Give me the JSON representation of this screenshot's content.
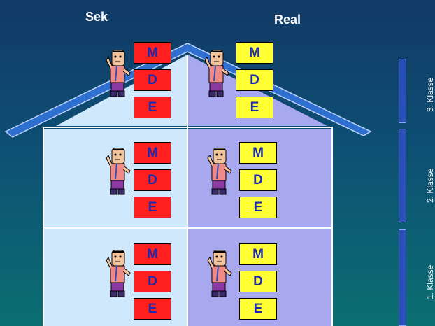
{
  "header": {
    "left": "Sek",
    "right": "Real"
  },
  "boxes": {
    "m": "M",
    "d": "D",
    "e": "E"
  },
  "grades": [
    "3. Klasse",
    "2. Klasse",
    "1. Klasse"
  ],
  "colors": {
    "sek_box": "#ff1f1f",
    "real_box": "#ffff33",
    "letter": "#1a2bb0",
    "sek_room": "#cfe8fb",
    "real_room": "#a8a8ee",
    "roof": "#2f6fd0"
  }
}
